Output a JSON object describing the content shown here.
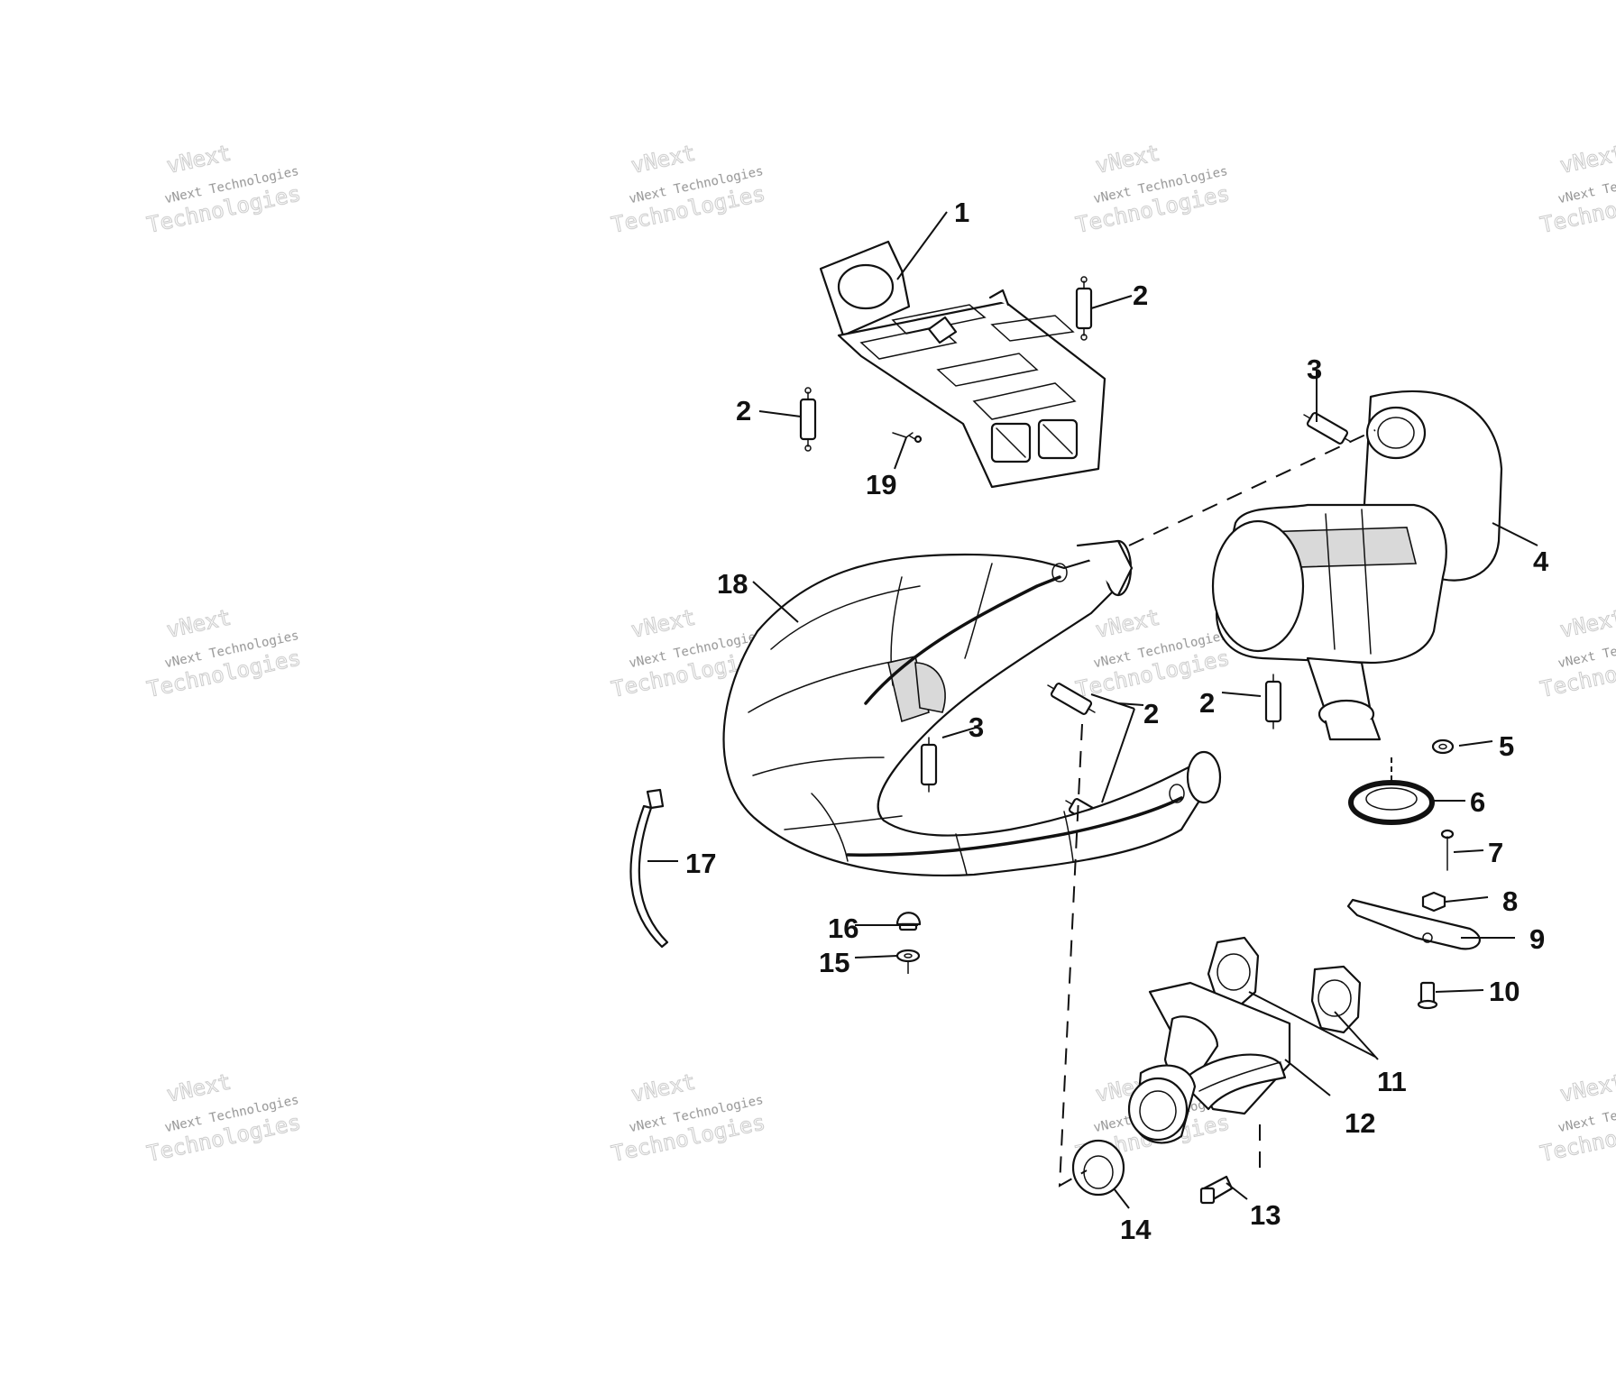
{
  "watermark": {
    "text_small": "vNext Technologies",
    "text_large": "Technologies",
    "text_top": "vNext"
  },
  "callouts": {
    "c1": "1",
    "c2a": "2",
    "c2b": "2",
    "c2c": "2",
    "c2d": "2",
    "c3a": "3",
    "c3b": "3",
    "c4": "4",
    "c5": "5",
    "c6": "6",
    "c7": "7",
    "c8": "8",
    "c9": "9",
    "c10": "10",
    "c11": "11",
    "c12": "12",
    "c13": "13",
    "c14": "14",
    "c15": "15",
    "c16": "16",
    "c17": "17",
    "c18": "18",
    "c19": "19"
  }
}
